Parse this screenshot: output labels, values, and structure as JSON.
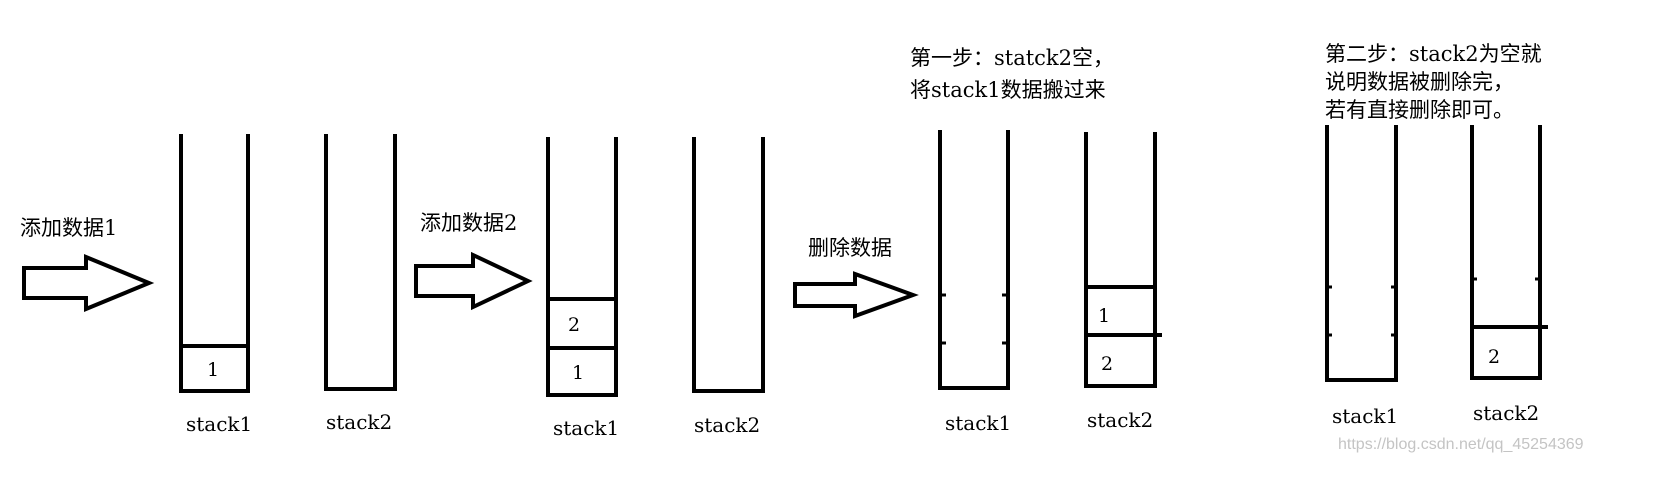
{
  "operations": {
    "add1": "添加数据1",
    "add2": "添加数据2",
    "delete": "删除数据"
  },
  "notes": {
    "step1": [
      "第一步：statck2空，",
      "将stack1数据搬过来"
    ],
    "step2": [
      "第二步：stack2为空就",
      "说明数据被删除完，",
      "若有直接删除即可。"
    ]
  },
  "states": [
    {
      "stack1": {
        "label": "stack1",
        "values": [
          "1"
        ]
      },
      "stack2": {
        "label": "stack2",
        "values": []
      }
    },
    {
      "stack1": {
        "label": "stack1",
        "values": [
          "1",
          "2"
        ]
      },
      "stack2": {
        "label": "stack2",
        "values": []
      }
    },
    {
      "stack1": {
        "label": "stack1",
        "values": []
      },
      "stack2": {
        "label": "stack2",
        "values": [
          "2",
          "1"
        ]
      }
    },
    {
      "stack1": {
        "label": "stack1",
        "values": []
      },
      "stack2": {
        "label": "stack2",
        "values": [
          "2"
        ]
      }
    }
  ],
  "watermark": "https://blog.csdn.net/qq_45254369"
}
